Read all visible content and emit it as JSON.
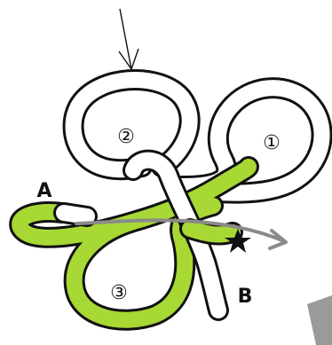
{
  "labels": {
    "loop_1": "①",
    "loop_2": "②",
    "loop_3": "③",
    "end_a": "A",
    "end_b": "B"
  },
  "colors": {
    "white_cord": "#ffffff",
    "green_cord": "#a7d834",
    "outline": "#111111",
    "arrow": "#8a8a8a",
    "star": "#111111",
    "corner_shape": "#9a9a9a"
  },
  "icons": {
    "pointer": "thin-down-arrow-icon",
    "direction": "gray-right-arrow-icon",
    "marker": "black-star-icon"
  }
}
